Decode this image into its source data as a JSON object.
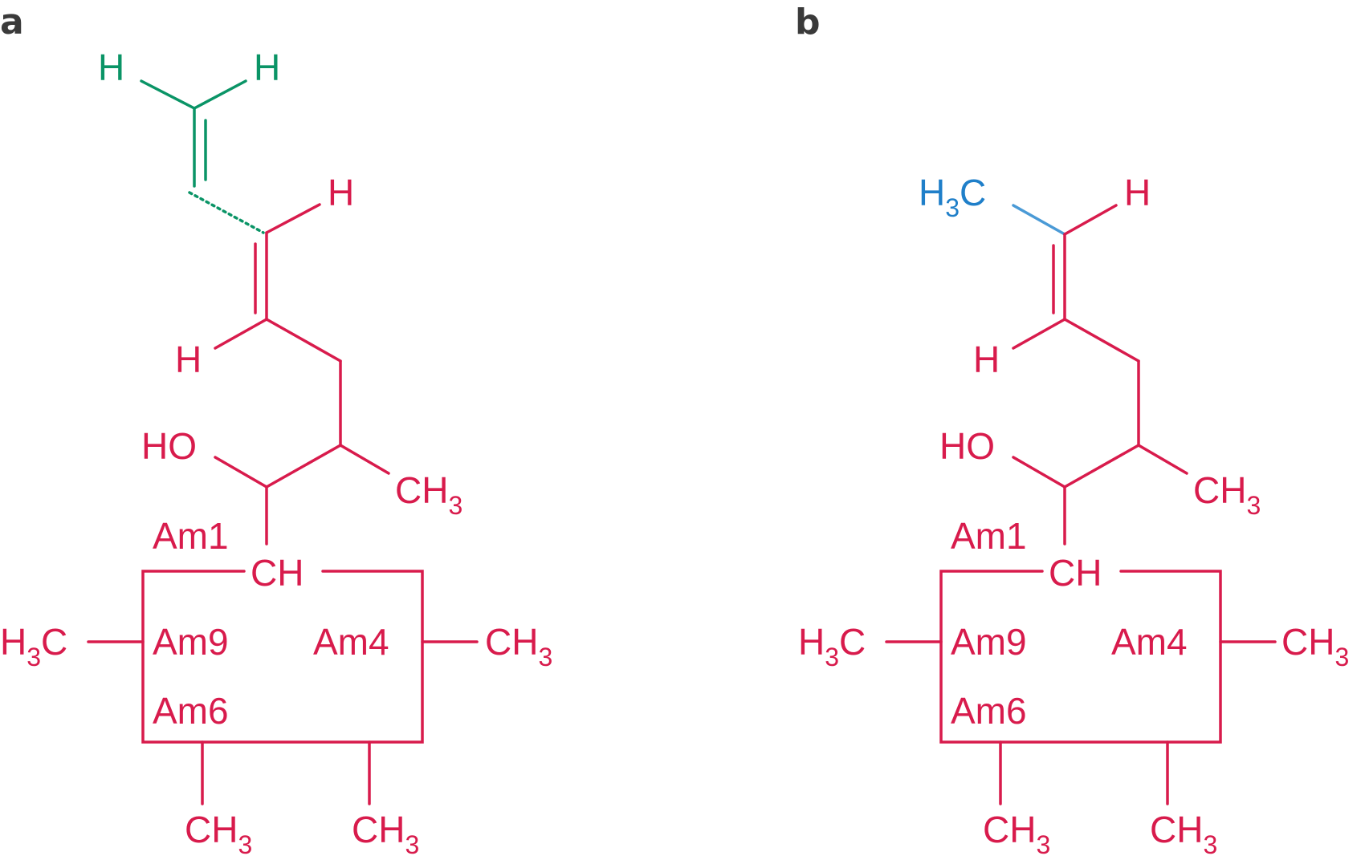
{
  "colors": {
    "main": "#d81b4c",
    "green": "#0a9466",
    "blue": "#1f7fc9",
    "blue_bond": "#4a9ad6",
    "panel_label": "#3a3a3a"
  },
  "panels": {
    "a": {
      "label": "a",
      "vinyl": {
        "h_left": "H",
        "h_right": "H"
      },
      "chain": {
        "h_top": "H",
        "h_bottom": "H",
        "ho": "HO",
        "ch3_branch": {
          "main": "CH",
          "sub": "3"
        },
        "am1": "Am1"
      },
      "ring": {
        "ch": "CH",
        "am9": "Am9",
        "am4": "Am4",
        "am6": "Am6",
        "left_methyl": {
          "main": "H",
          "sub": "3",
          "tail": "C"
        },
        "right_methyl": {
          "main": "CH",
          "sub": "3"
        },
        "bottom_methyl_left": {
          "main": "CH",
          "sub": "3"
        },
        "bottom_methyl_right": {
          "main": "CH",
          "sub": "3"
        }
      }
    },
    "b": {
      "label": "b",
      "terminal": {
        "main": "H",
        "sub": "3",
        "tail": "C",
        "h_right": "H"
      },
      "chain": {
        "h_bottom": "H",
        "ho": "HO",
        "ch3_branch": {
          "main": "CH",
          "sub": "3"
        },
        "am1": "Am1"
      },
      "ring": {
        "ch": "CH",
        "am9": "Am9",
        "am4": "Am4",
        "am6": "Am6",
        "left_methyl": {
          "main": "H",
          "sub": "3",
          "tail": "C"
        },
        "right_methyl": {
          "main": "CH",
          "sub": "3"
        },
        "bottom_methyl_left": {
          "main": "CH",
          "sub": "3"
        },
        "bottom_methyl_right": {
          "main": "CH",
          "sub": "3"
        }
      }
    }
  }
}
